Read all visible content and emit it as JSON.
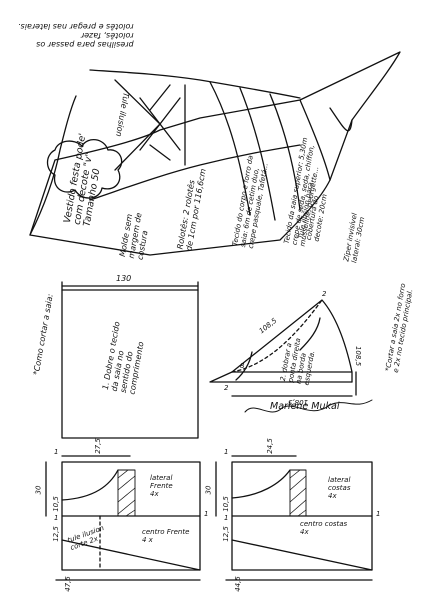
{
  "notes": {
    "presilhas": "presilhas para passar os\nrolotês, fazer\nrolotês e pregar nas laterais.",
    "tule_top": "Tule ilusion",
    "title": "Vestido festa pode'\ncom decote \"v\"\nTamanho 50",
    "molde": "Molde sem\nmargem de\ncostura",
    "rolotes": "Rolotês: 2 rolotês\nde 1cm por 116,6cm",
    "tecido": "Tecido do corpo e forro da\nsaia: 6m de cetim duo,\ncrepe pasquale, Tafetá...",
    "saia_superior": "Tecido da saia superior: 5,30m\ncrepe de seda, seda, chiffon,\nmusseline, georgette...",
    "tule_ilusion": "Tule ilusion para\ncobertura do\ndecote: 20cm",
    "ziper": "Zíper invisível\nlateral: 30cm",
    "cortar_saia": "*Cortar a saia 2x no forro\ne 2x no tecido principal.",
    "como_cortar": "*Como cortar a saia:",
    "dobre": "1. Dobre o tecido\nda saia no\nsentido do\ncomprimento",
    "dobrar_ponta": "2. dobrar a\nponta direita\nna borda\nesquerda.",
    "signature": "Marlene Mukai",
    "lateral_frente": "lateral\nFrente\n4x",
    "centro_frente": "centro Frente\n4 x",
    "tule_front": "tule ilusion\ncorte 2x",
    "lateral_costas": "lateral\ncostas\n4x",
    "centro_costas": "centro costas\n4x"
  },
  "measures": {
    "m130": "130",
    "m1085a": "108,5",
    "m1085b": "108,5",
    "m1085c": "108,5",
    "m2_left": "2",
    "m8": "8",
    "m2_top": "2",
    "f_275": "27,5",
    "f_1_top": "1",
    "f_1_right": "1",
    "f_30": "30",
    "f_105": "10,5",
    "f_1_mid": "1",
    "f_125": "12,5",
    "f_475": "47,5",
    "b_245": "24,5",
    "b_1_top": "1",
    "b_1_right": "1",
    "b_30": "30",
    "b_105": "10,5",
    "b_1_mid": "1",
    "b_125": "12,5",
    "b_445": "44,5"
  },
  "colors": {
    "ink": "#111111",
    "paper": "#ffffff"
  }
}
